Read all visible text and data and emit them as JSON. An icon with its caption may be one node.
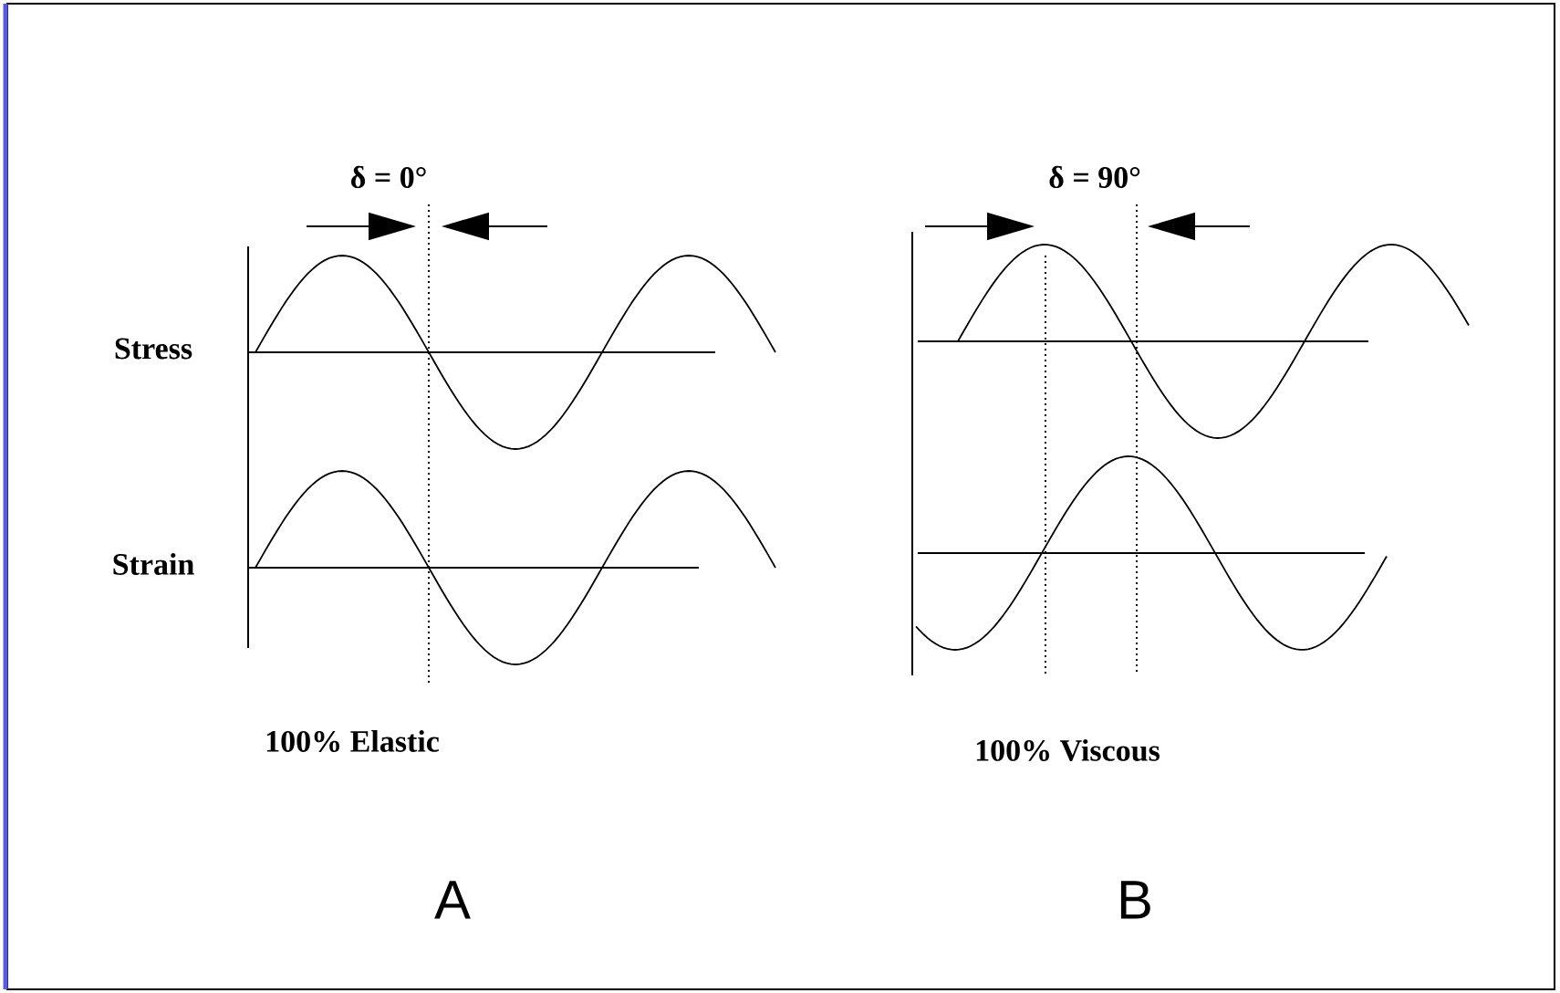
{
  "diagram": {
    "labels": [
      "δ = 0°",
      "δ = 90°",
      "Stress",
      "Strain",
      "100% Elastic",
      "100% Viscous",
      "A",
      "B"
    ]
  }
}
